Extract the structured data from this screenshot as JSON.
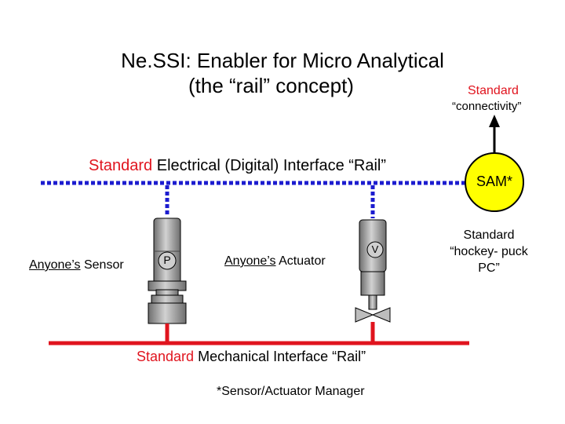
{
  "title": {
    "line1": "Ne.SSI: Enabler for Micro Analytical",
    "line2": "(the “rail” concept)"
  },
  "connectivity": {
    "standard_word": "Standard",
    "label": "“connectivity”"
  },
  "electrical_rail": {
    "standard_word": "Standard",
    "label": "Electrical (Digital) Interface “Rail”"
  },
  "sam": {
    "label": "SAM*",
    "caption_line1": "Standard",
    "caption_line2": "“hockey- puck",
    "caption_line3": "PC”"
  },
  "sensor": {
    "owner": "Anyone’s",
    "label": "Sensor",
    "device_letter": "P"
  },
  "actuator": {
    "owner": "Anyone’s",
    "label": "Actuator",
    "device_letter": "V"
  },
  "mechanical_rail": {
    "standard_word": "Standard",
    "label": "Mechanical Interface “Rail”"
  },
  "footnote": "*Sensor/Actuator Manager",
  "colors": {
    "electrical_rail": "#1c1ccf",
    "mechanical_rail": "#e0141e",
    "sam_fill": "#ffff00",
    "device_body": "#9a9a9a",
    "accent_text": "#e0141e"
  }
}
